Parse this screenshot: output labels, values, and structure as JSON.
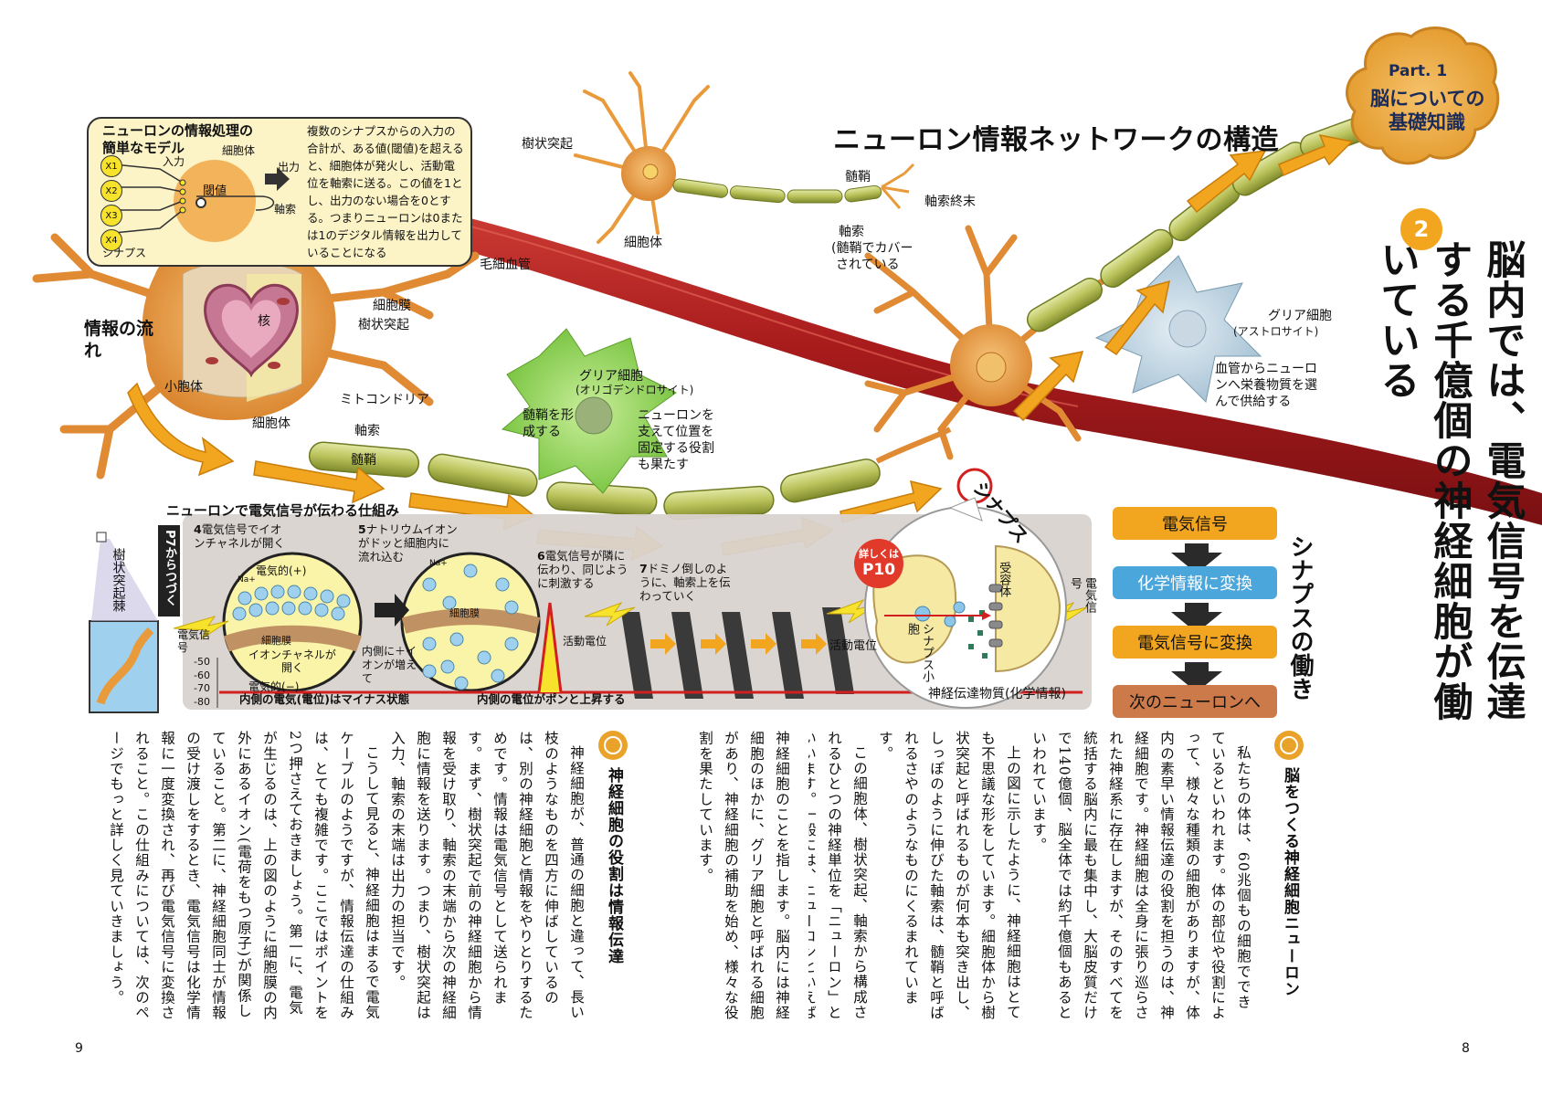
{
  "part": {
    "label": "Part. 1",
    "title_line1": "脳についての",
    "title_line2": "基礎知識"
  },
  "section_number": "2",
  "main_title": "脳内では、電気信号を伝達する千億個の神経細胞が働いている",
  "network_title": "ニューロン情報ネットワークの構造",
  "model_box": {
    "title_line1": "ニューロンの情報処理の",
    "title_line2": "簡単なモデル",
    "inputs": [
      "X1",
      "X2",
      "X3",
      "X4"
    ],
    "label_input": "入力",
    "label_soma": "細胞体",
    "label_threshold": "閾値",
    "label_output": "出力",
    "label_axon": "軸索",
    "label_synapse": "シナプス",
    "description": "複数のシナプスからの入力の合計が、ある値(閾値)を超えると、細胞体が発火し、活動電位を軸索に送る。この値を1とし、出力のない場合を0とする。つまりニューロンは0または1のデジタル情報を出力していることになる"
  },
  "labels": {
    "dendrite_top": "樹状突起",
    "soma_top": "細胞体",
    "myelin_top": "髄鞘",
    "axon_terminal": "軸索終末",
    "axon_top_line1": "軸索",
    "axon_top_line2": "(髄鞘でカバー",
    "axon_top_line3": "されている",
    "capillary": "毛細血管",
    "info_flow": "情報の流れ",
    "cell_membrane": "細胞膜",
    "dendrite": "樹状突起",
    "nucleus": "核",
    "small_body": "小胞体",
    "mitochondria": "ミトコンドリア",
    "soma": "細胞体",
    "axon": "軸索",
    "myelin": "髄鞘",
    "glia_oligo_line1": "グリア細胞",
    "glia_oligo_line2": "(オリゴデンドロサイト)",
    "glia_oligo_role1": "髄鞘を形成する",
    "glia_oligo_role2": "ニューロンを支えて位置を固定する役割も果たす",
    "glia_astro_line1": "グリア細胞",
    "glia_astro_line2": "(アストロサイト)",
    "glia_astro_role": "血管からニューロンへ栄養物質を選んで供給する",
    "synapse": "シナプス",
    "spine": "樹状突起棘"
  },
  "mechanism": {
    "title": "ニューロンで電気信号が伝わる仕組み",
    "continued": "P7からつづく",
    "step4_num": "4",
    "step4": "電気信号でイオンチャネルが開く",
    "step5_num": "5",
    "step5": "ナトリウムイオンがドッと細胞内に流れ込む",
    "step6_num": "6",
    "step6": "電気信号が隣に伝わり、同じように刺激する",
    "step7_num": "7",
    "step7": "ドミノ倒しのように、軸索上を伝わっていく",
    "electric_signal": "電気信号",
    "electric_plus": "電気的(+)",
    "electric_minus": "電気的(−)",
    "ion_channel_open": "イオンチャネルが開く",
    "membrane": "細胞膜",
    "inside_plus": "内側に＋イオンが増えて",
    "action_potential": "活動電位",
    "ion": "Na+",
    "y_ticks": [
      "-50",
      "-60",
      "-70",
      "-80"
    ],
    "bottom_left": "内側の電気(電位)はマイナス状態",
    "bottom_right": "内側の電位がポンと上昇する",
    "detail_line1": "詳しくは",
    "detail_line2": "P10"
  },
  "synapse_detail": {
    "receptor": "受容体",
    "vesicle": "シナプス小胞",
    "neurotransmitter": "神経伝達物質(化学情報)",
    "electric_signal": "電気信号",
    "action_potential": "活動電位"
  },
  "synapse_function": {
    "title": "シナプスの働き",
    "steps": [
      "電気信号",
      "化学情報に変換",
      "電気信号に変換",
      "次のニューロンへ"
    ]
  },
  "section1": {
    "heading": "脳をつくる神経細胞ニューロン",
    "paragraphs": [
      "私たちの体は、60兆個もの細胞でできているといわれます。体の部位や役割によって、様々な種類の細胞がありますが、体内の素早い情報伝達の役割を担うのは、神経細胞です。神経細胞は全身に張り巡らされた神経系に存在しますが、そのすべてを統括する脳内に最も集中し、大脳皮質だけで140億個、脳全体では約千億個もあるといわれています。",
      "上の図に示したように、神経細胞はとても不思議な形をしています。細胞体から樹状突起と呼ばれるものが何本も突き出し、しっぽのように伸びた軸索は、髄鞘と呼ばれるさやのようなものにくるまれています。",
      "この細胞体、樹状突起、軸索から構成されるひとつの神経単位を「ニューロン」といいます。一般には、ニューロンといえば"
    ]
  },
  "section2": {
    "pre": "神経細胞のことを指します。脳内には神経細胞のほかに、グリア細胞と呼ばれる細胞があり、神経細胞の補助を始め、様々な役割を果たしています。",
    "heading": "神経細胞の役割は情報伝達",
    "paragraphs": [
      "神経細胞が、普通の細胞と違って、長い枝のようなものを四方に伸ばしているのは、別の神経細胞と情報をやりとりするためです。情報は電気信号として送られます。まず、樹状突起で前の神経細胞から情報を受け取り、軸索の末端から次の神経細胞に情報を送ります。つまり、樹状突起は入力、軸索の末端は出力の担当です。",
      "こうして見ると、神経細胞はまるで電気ケーブルのようですが、情報伝達の仕組みは、とても複雑です。ここではポイントを2つ押さえておきましょう。第一に、電気が生じるのは、上の図のように細胞膜の内外にあるイオン(電荷をもつ原子)が関係していること。第二に、神経細胞同士が情報の受け渡しをするとき、電気信号は化学情報に一度変換され、再び電気信号に変換されること。この仕組みについては、次のページでもっと詳しく見ていきましょう。"
    ]
  },
  "page_left": "9",
  "page_right": "8",
  "colors": {
    "orange": "#f2a51e",
    "neuron": "#e99a3a",
    "vessel": "#b3201f",
    "myelin": "#b9c25a",
    "glia": "#8fd14f",
    "astro": "#bcd3e2",
    "box_bg": "#fcf3c7",
    "mech_bg": "#d9d3cf",
    "flow_blue": "#4aa6db",
    "flow_brown": "#cc7a4a"
  }
}
